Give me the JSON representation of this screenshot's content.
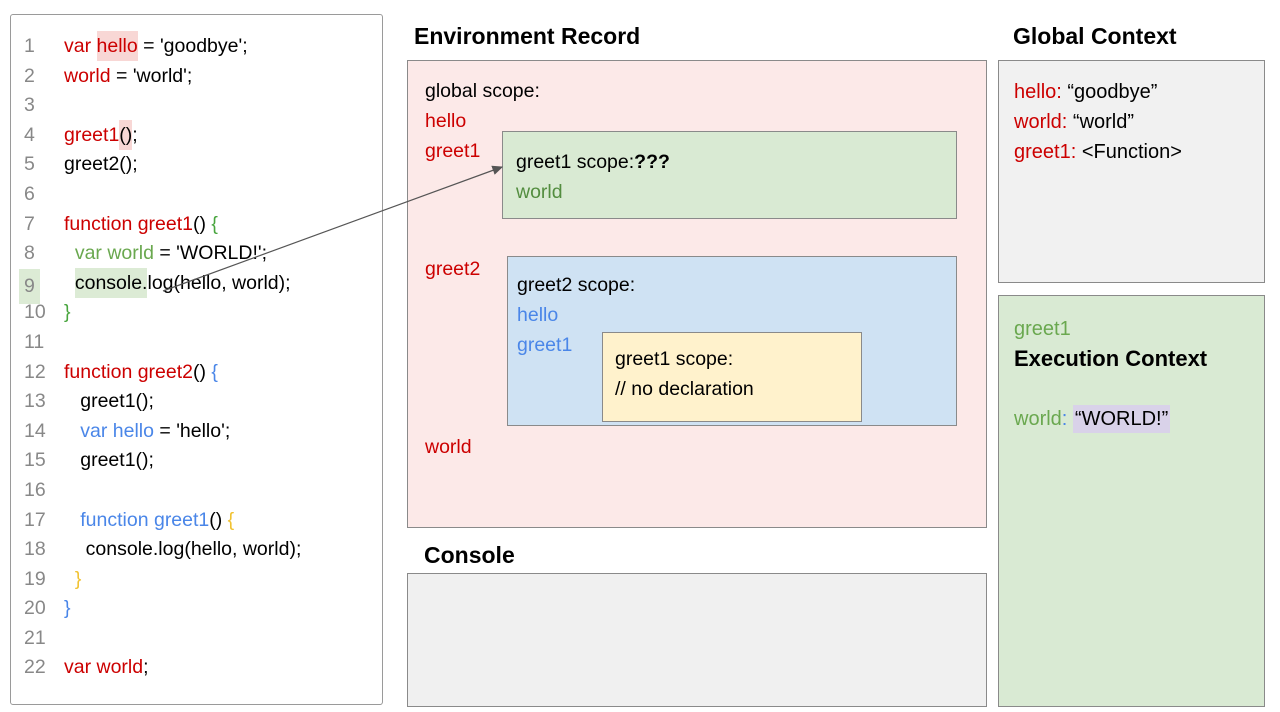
{
  "palette": {
    "black": "#000000",
    "red": "#cc0000",
    "green": "#6aa84f",
    "dark_green": "#538d3f",
    "brace_green": "#48a53e",
    "blue": "#4a86e8",
    "gold": "#f1c232",
    "line_number_gray": "#888888",
    "hl_pink": "#f8d7d5",
    "hl_green": "#dcebd5",
    "hl_purple": "#d9d2e9",
    "fill_pink": "#fce9e8",
    "fill_green": "#d9ead3",
    "fill_blue": "#cfe2f3",
    "fill_yellow": "#fff2cc",
    "fill_gray": "#f0f0f0"
  },
  "headers": {
    "environment_record": "Environment Record",
    "console": "Console",
    "global_context": "Global Context"
  },
  "code": {
    "lines": [
      {
        "num": "1",
        "tokens": [
          {
            "t": "var ",
            "c": "red"
          },
          {
            "t": "hello",
            "c": "red",
            "bg": "hl_pink"
          },
          {
            "t": " = 'goodbye';"
          }
        ]
      },
      {
        "num": "2",
        "tokens": [
          {
            "t": "world",
            "c": "red"
          },
          {
            "t": " = 'world';"
          }
        ]
      },
      {
        "num": "3",
        "tokens": []
      },
      {
        "num": "4",
        "tokens": [
          {
            "t": "greet1",
            "c": "red"
          },
          {
            "t": "()",
            "bg": "hl_pink"
          },
          {
            "t": ";"
          }
        ]
      },
      {
        "num": "5",
        "tokens": [
          {
            "t": "greet2();"
          }
        ]
      },
      {
        "num": "6",
        "tokens": []
      },
      {
        "num": "7",
        "tokens": [
          {
            "t": "function greet1",
            "c": "red"
          },
          {
            "t": "() "
          },
          {
            "t": "{",
            "c": "brace_green"
          }
        ]
      },
      {
        "num": "8",
        "tokens": [
          {
            "t": "  var world",
            "c": "green"
          },
          {
            "t": " = 'WORLD!';"
          }
        ]
      },
      {
        "num": "9",
        "num_hl": true,
        "tokens": [
          {
            "t": "  "
          },
          {
            "t": "console.",
            "bg": "hl_green"
          },
          {
            "t": "log(hello, world);"
          }
        ]
      },
      {
        "num": "10",
        "tokens": [
          {
            "t": "}",
            "c": "brace_green"
          }
        ]
      },
      {
        "num": "11",
        "tokens": []
      },
      {
        "num": "12",
        "tokens": [
          {
            "t": "function greet2",
            "c": "red"
          },
          {
            "t": "() "
          },
          {
            "t": "{",
            "c": "blue"
          }
        ]
      },
      {
        "num": "13",
        "tokens": [
          {
            "t": "   greet1();"
          }
        ]
      },
      {
        "num": "14",
        "tokens": [
          {
            "t": "   var hello",
            "c": "blue"
          },
          {
            "t": " = 'hello';"
          }
        ]
      },
      {
        "num": "15",
        "tokens": [
          {
            "t": "   greet1();"
          }
        ]
      },
      {
        "num": "16",
        "tokens": []
      },
      {
        "num": "17",
        "tokens": [
          {
            "t": "   function greet1",
            "c": "blue"
          },
          {
            "t": "() "
          },
          {
            "t": "{",
            "c": "gold"
          }
        ]
      },
      {
        "num": "18",
        "tokens": [
          {
            "t": "    console.log(hello, world);"
          }
        ]
      },
      {
        "num": "19",
        "tokens": [
          {
            "t": "  "
          },
          {
            "t": "}",
            "c": "gold"
          }
        ]
      },
      {
        "num": "20",
        "tokens": [
          {
            "t": "}",
            "c": "blue"
          }
        ]
      },
      {
        "num": "21",
        "tokens": []
      },
      {
        "num": "22",
        "tokens": [
          {
            "t": "var world",
            "c": "red"
          },
          {
            "t": ";"
          }
        ]
      }
    ]
  },
  "env_record": {
    "global_label": "global scope:",
    "hello": "hello",
    "greet1": "greet1",
    "greet2": "greet2",
    "world": "world",
    "greet1_box": [
      [
        {
          "t": "greet1 scope:"
        },
        {
          "t": "???",
          "b": true
        }
      ],
      [
        {
          "t": "world",
          "c": "dark_green"
        }
      ]
    ],
    "greet2_box": [
      [
        {
          "t": "greet2 scope:"
        }
      ],
      [
        {
          "t": "hello",
          "c": "blue"
        }
      ],
      [
        {
          "t": "greet1",
          "c": "blue"
        }
      ]
    ],
    "inner_greet1_box": [
      [
        {
          "t": "greet1 scope:"
        }
      ],
      [
        {
          "t": "// no declaration"
        }
      ]
    ]
  },
  "global_context": {
    "lines": [
      [
        {
          "t": "hello:",
          "c": "red"
        },
        {
          "t": " “goodbye”"
        }
      ],
      [
        {
          "t": "world:",
          "c": "red"
        },
        {
          "t": " “world”"
        }
      ],
      [
        {
          "t": "greet1:",
          "c": "red"
        },
        {
          "t": " <Function>"
        }
      ]
    ]
  },
  "execution_context": {
    "lines": [
      [
        {
          "t": "greet1",
          "c": "green"
        }
      ],
      [
        {
          "t": "Execution Context",
          "b": true
        }
      ],
      [
        {
          "t": " "
        }
      ],
      [
        {
          "t": "world",
          "c": "green"
        },
        {
          "t": ":",
          "c": "blue"
        },
        {
          "t": " "
        },
        {
          "t": "“WORLD!”",
          "bg": "hl_purple"
        }
      ]
    ]
  }
}
